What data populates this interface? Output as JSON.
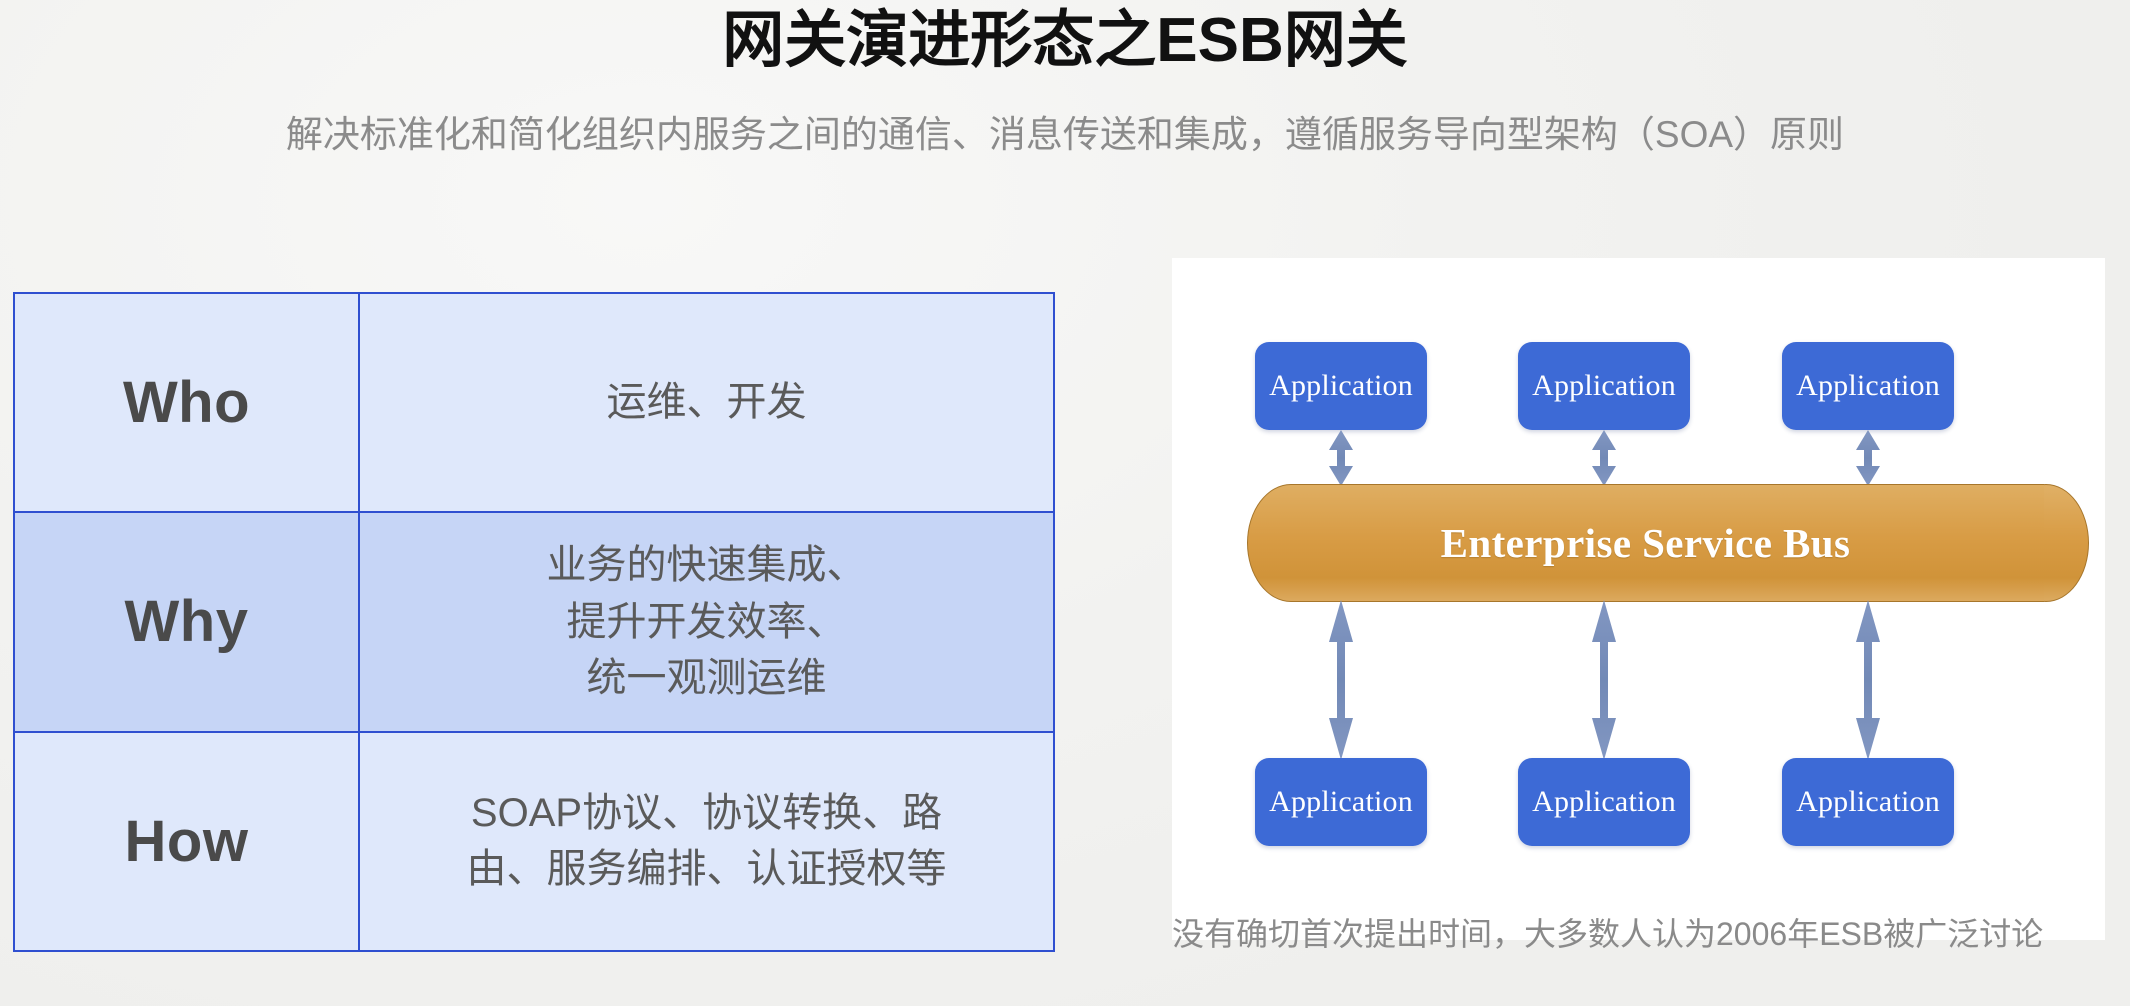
{
  "header": {
    "title": "网关演进形态之ESB网关",
    "subtitle": "解决标准化和简化组织内服务之间的通信、消息传送和集成，遵循服务导向型架构（SOA）原则"
  },
  "table": {
    "rows": [
      {
        "key": "Who",
        "value": "运维、开发"
      },
      {
        "key": "Why",
        "value": "业务的快速集成、\n提升开发效率、\n统一观测运维"
      },
      {
        "key": "How",
        "value": "SOAP协议、协议转换、路\n由、服务编排、认证授权等"
      }
    ]
  },
  "diagram": {
    "bus_label": "Enterprise Service Bus",
    "top_apps": [
      "Application",
      "Application",
      "Application"
    ],
    "bottom_apps": [
      "Application",
      "Application",
      "Application"
    ],
    "arrow_icon": "double-headed-vertical-arrow",
    "colors": {
      "app_box": "#3d6ad6",
      "bus": "#d89c45",
      "arrow": "#7b91bd",
      "table_border": "#2f4fd0",
      "table_row_light": "#dfe8fb",
      "table_row_dark": "#c6d5f6"
    }
  },
  "caption": "没有确切首次提出时间，大多数人认为2006年ESB被广泛讨论"
}
